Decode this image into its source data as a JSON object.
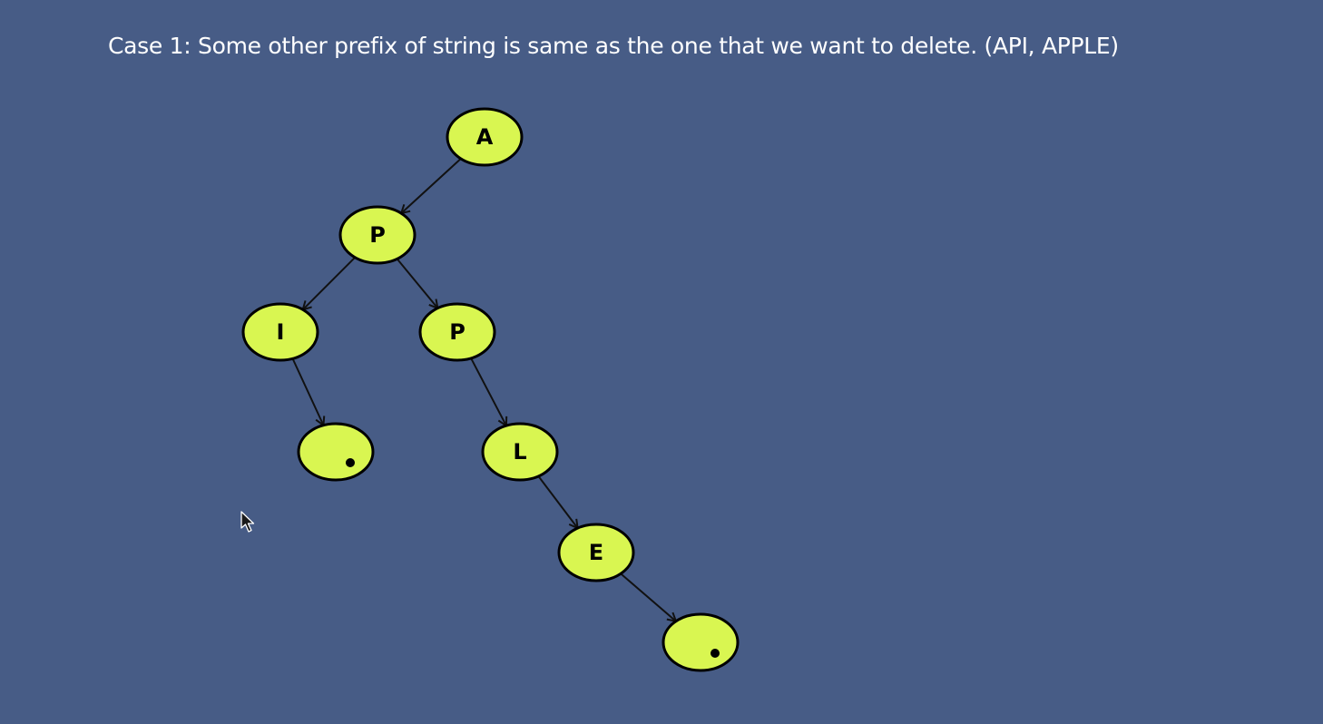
{
  "title": "Case 1: Some other prefix of string is same as the one that we want to delete. (API, APPLE)",
  "colors": {
    "background": "#475c86",
    "node_fill": "#d9f651",
    "node_stroke": "#000000",
    "edge": "#111111",
    "title_text": "#ffffff"
  },
  "nodes": [
    {
      "id": "a",
      "label": "A"
    },
    {
      "id": "p1",
      "label": "P"
    },
    {
      "id": "i",
      "label": "I"
    },
    {
      "id": "p2",
      "label": "P"
    },
    {
      "id": "end1",
      "label": "",
      "end_marker": true
    },
    {
      "id": "l",
      "label": "L"
    },
    {
      "id": "e",
      "label": "E"
    },
    {
      "id": "end2",
      "label": "",
      "end_marker": true
    }
  ],
  "edges": [
    {
      "from": "a",
      "to": "p1"
    },
    {
      "from": "p1",
      "to": "i"
    },
    {
      "from": "p1",
      "to": "p2"
    },
    {
      "from": "i",
      "to": "end1"
    },
    {
      "from": "p2",
      "to": "l"
    },
    {
      "from": "l",
      "to": "e"
    },
    {
      "from": "e",
      "to": "end2"
    }
  ],
  "icons": {
    "end_marker": "dot",
    "cursor": "mouse-pointer-icon"
  }
}
